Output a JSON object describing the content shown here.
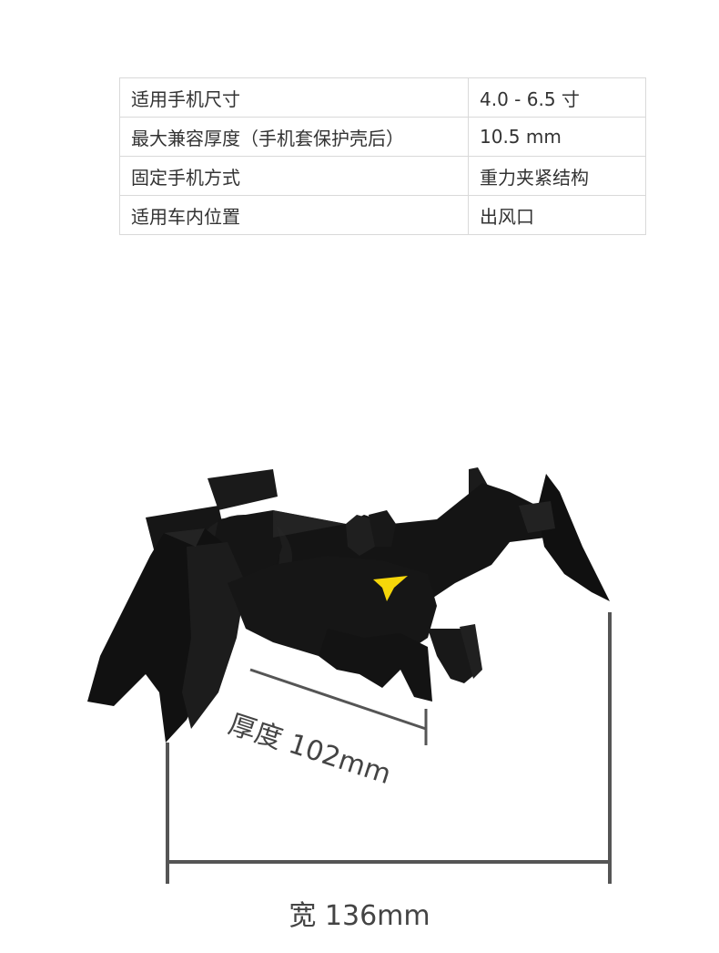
{
  "specs": [
    {
      "label": "适用手机尺寸",
      "value": "4.0 - 6.5 寸"
    },
    {
      "label": "最大兼容厚度（手机套保护壳后）",
      "value": "10.5 mm"
    },
    {
      "label": "固定手机方式",
      "value": "重力夹紧结构"
    },
    {
      "label": "适用车内位置",
      "value": "出风口"
    }
  ],
  "dimensions": {
    "depth": "厚度 102mm",
    "width": "宽 136mm"
  },
  "colors": {
    "product": "#141414",
    "logo": "#f5d60a",
    "dimension_line": "#555555",
    "table_border": "#d9d9d9"
  }
}
